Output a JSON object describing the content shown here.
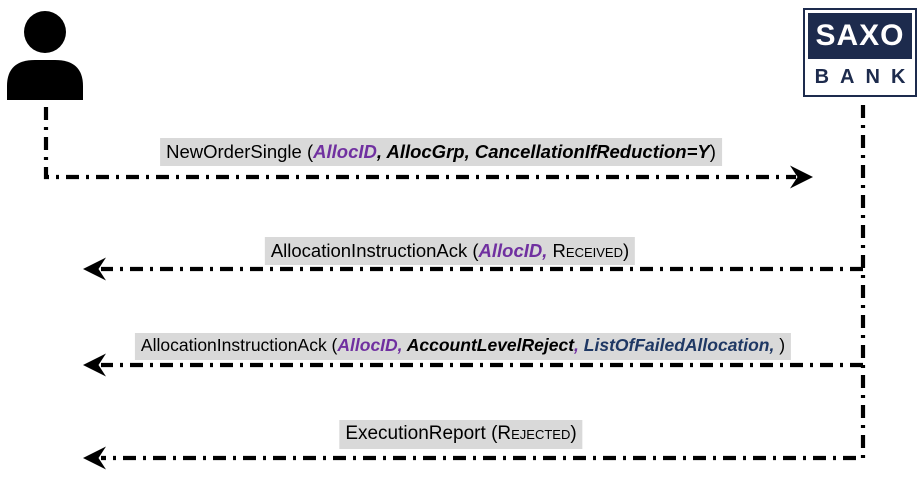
{
  "diagram_type": "sequence-diagram",
  "colors": {
    "accent_purple": "#7030a0",
    "accent_navy_text": "#1f3864",
    "logo_navy": "#1d2b4d",
    "label_bg": "#d9d9d9",
    "line_black": "#000000"
  },
  "actors": {
    "client": {
      "icon": "person-icon"
    },
    "bank": {
      "logo_line1": "SAXO",
      "logo_line2": "BANK"
    }
  },
  "messages": [
    {
      "name": "NewOrderSingle",
      "direction": "client-to-bank",
      "segments": [
        {
          "text": "NewOrderSingle (",
          "style": "plain"
        },
        {
          "text": "AllocID",
          "style": "purple"
        },
        {
          "text": ", AllocGrp, CancellationIfReduction=Y",
          "style": "bolditalic"
        },
        {
          "text": ")",
          "style": "plain"
        }
      ]
    },
    {
      "name": "AllocationInstructionAck-received",
      "direction": "bank-to-client",
      "segments": [
        {
          "text": "AllocationInstructionAck (",
          "style": "plain"
        },
        {
          "text": "AllocID,",
          "style": "purple"
        },
        {
          "text": " ",
          "style": "plain"
        },
        {
          "text": "Received",
          "style": "smallcaps"
        },
        {
          "text": ")",
          "style": "plain"
        }
      ]
    },
    {
      "name": "AllocationInstructionAck-reject",
      "direction": "bank-to-client",
      "segments": [
        {
          "text": "AllocationInstructionAck (",
          "style": "plain"
        },
        {
          "text": "AllocID,",
          "style": "purple"
        },
        {
          "text": " AccountLevelReject",
          "style": "bolditalic"
        },
        {
          "text": ",",
          "style": "purple"
        },
        {
          "text": " ListOfFailedAllocation",
          "style": "navy"
        },
        {
          "text": ",",
          "style": "navy"
        },
        {
          "text": " )",
          "style": "plain"
        }
      ]
    },
    {
      "name": "ExecutionReport-rejected",
      "direction": "bank-to-client",
      "segments": [
        {
          "text": "ExecutionReport (",
          "style": "plain"
        },
        {
          "text": "Rejected",
          "style": "smallcaps"
        },
        {
          "text": ")",
          "style": "plain"
        }
      ]
    }
  ]
}
